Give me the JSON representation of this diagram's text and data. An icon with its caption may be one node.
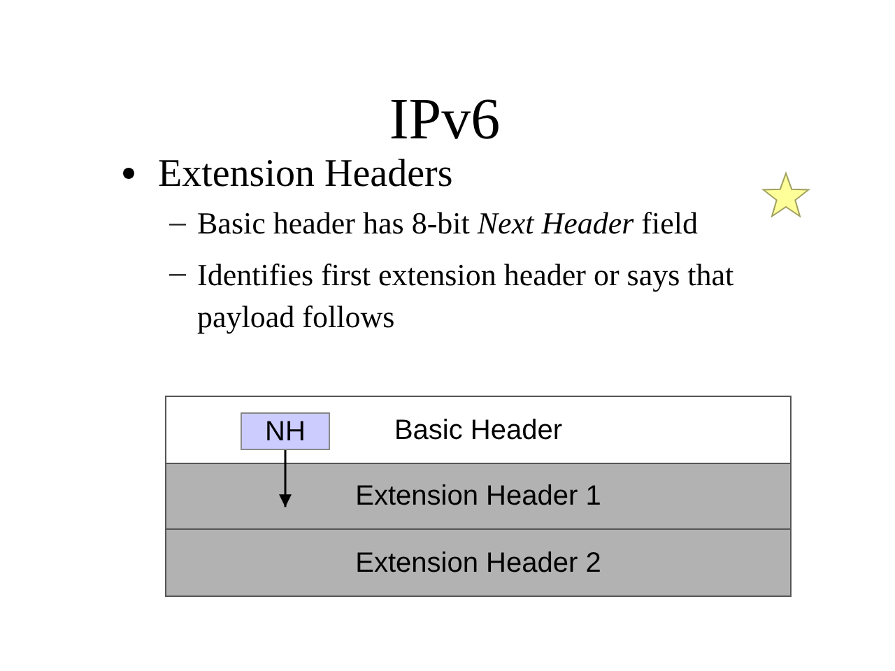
{
  "diagram": {
    "title": "IPv6",
    "nodes": [
      {
        "text": [
          "Basic Header"
        ]
      },
      {
        "text": [
          "NH"
        ],
        "in": 0
      },
      {
        "text": [
          "Extension Header 1"
        ]
      },
      {
        "text": [
          "Extension Header 2"
        ]
      }
    ],
    "edges": [
      {
        "from": 1,
        "to": 2,
        "arrow": "to"
      }
    ],
    "labels": [
      "Extension Headers",
      "Basic header has 8-bit *Next Header* field",
      "Identifies first extension header or says that payload follows"
    ]
  }
}
